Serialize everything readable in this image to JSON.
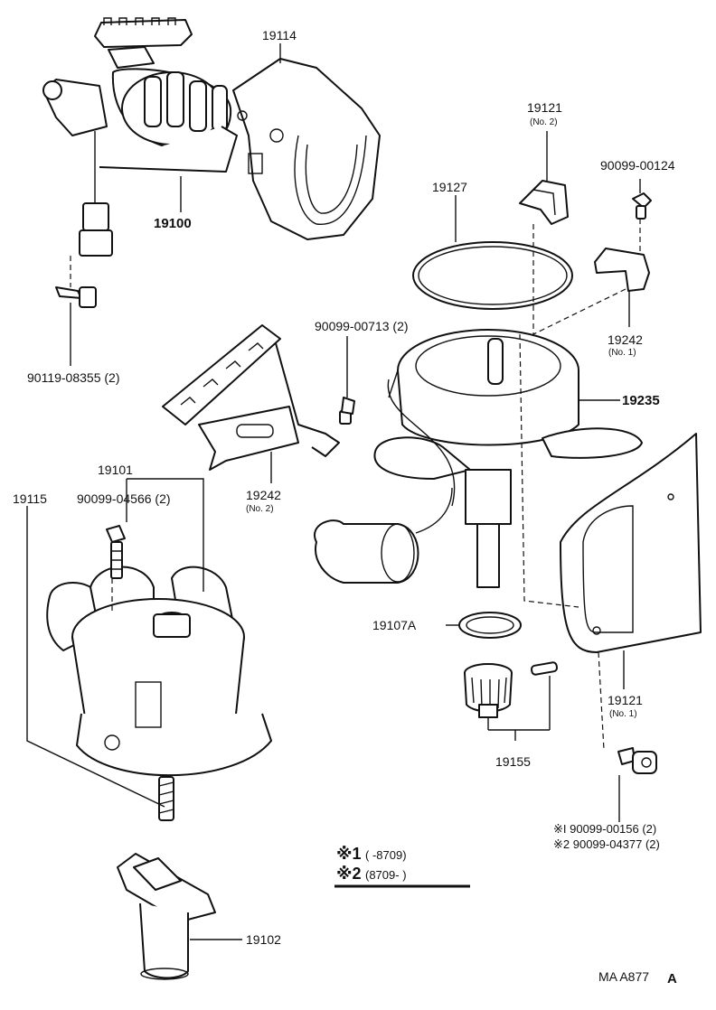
{
  "labels": {
    "p19114": "19114",
    "p19100": "19100",
    "p19121_2": "19121",
    "p19121_2_sub": "(No. 2)",
    "p90099_00124": "90099-00124",
    "p19127": "19127",
    "p90119": "90119-08355 (2)",
    "p90099_00713": "90099-00713 (2)",
    "p19242_1": "19242",
    "p19242_1_sub": "(No. 1)",
    "p19235": "19235",
    "p19242_2": "19242",
    "p19242_2_sub": "(No. 2)",
    "p19101": "19101",
    "p19115": "19115",
    "p90099_04566": "90099-04566 (2)",
    "p19107a": "19107A",
    "p19121_1": "19121",
    "p19121_1_sub": "(No. 1)",
    "p19155": "19155",
    "p19102": "19102",
    "screw_note_1": "※I 90099-00156 (2)",
    "screw_note_2": "※2 90099-04377 (2)"
  },
  "legend": {
    "mark1": "※1",
    "range1": "(      -8709)",
    "mark2": "※2",
    "range2": "(8709-        )"
  },
  "figure_code": "MA  A877",
  "figure_code_suffix": "A"
}
